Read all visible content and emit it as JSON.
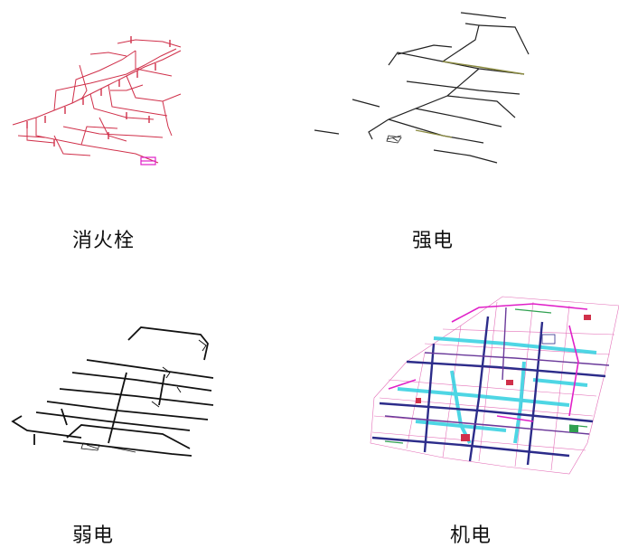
{
  "panels": [
    {
      "id": "fire",
      "label": "消火栓",
      "line_color": "#d0304a"
    },
    {
      "id": "strong",
      "label": "强电",
      "line_color": "#222222"
    },
    {
      "id": "weak",
      "label": "弱电",
      "line_color": "#111111"
    },
    {
      "id": "mep",
      "label": "机电",
      "line_color": "#2c2c8a"
    }
  ],
  "colors": {
    "magenta": "#e020c8",
    "cyan": "#30d0e0",
    "olive": "#8a8a40",
    "green": "#30a050",
    "pink": "#e060b0",
    "purple": "#6a3a9a"
  }
}
